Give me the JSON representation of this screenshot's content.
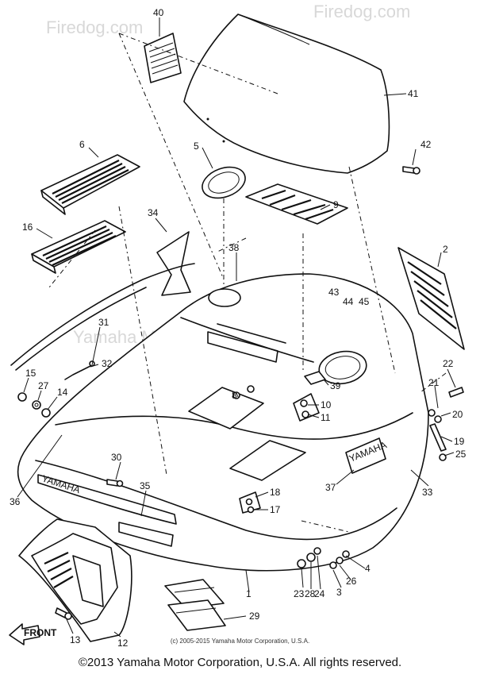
{
  "watermark": {
    "site": "Firedog.com",
    "company": "Yamaha Motor Corp., U.S.A."
  },
  "decal_texts": {
    "cowl_brand": "YAMAHA",
    "badge_brand": "YAMAHA",
    "front_arrow": "FRONT"
  },
  "callouts": [
    "40",
    "41",
    "42",
    "6",
    "5",
    "9",
    "16",
    "34",
    "38",
    "2",
    "43",
    "44",
    "45",
    "31",
    "32",
    "15",
    "27",
    "14",
    "39",
    "8",
    "10",
    "11",
    "22",
    "21",
    "20",
    "19",
    "25",
    "30",
    "35",
    "36",
    "37",
    "33",
    "18",
    "17",
    "12",
    "13",
    "29",
    "23",
    "28",
    "24",
    "3",
    "26",
    "4",
    "1"
  ],
  "inner_copyright": "(c) 2005-2015 Yamaha Motor Corporation, U.S.A.",
  "footer": "©2013 Yamaha Motor Corporation, U.S.A. All rights reserved."
}
